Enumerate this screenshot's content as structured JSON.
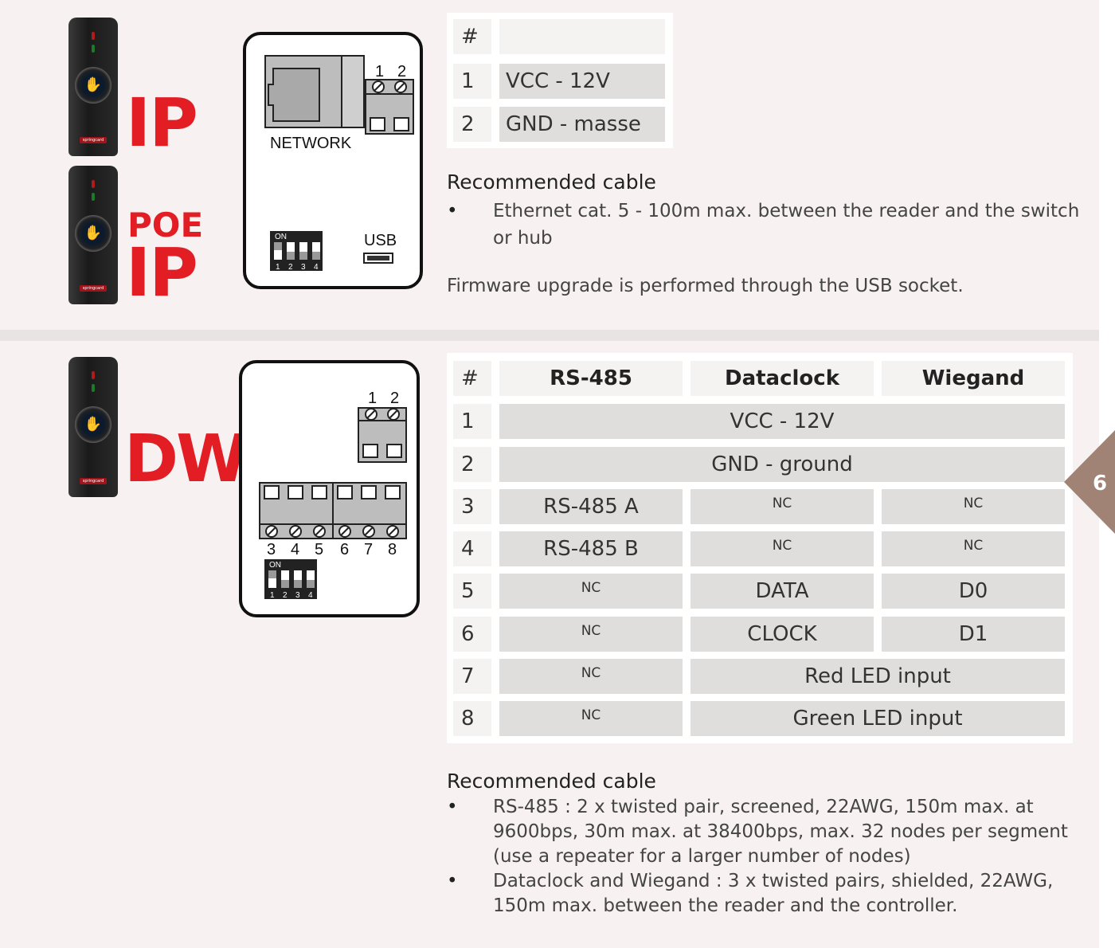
{
  "section_ip": {
    "badge_ip": "IP",
    "badge_poe": "POE",
    "badge_poe_ip": "IP",
    "board": {
      "network_label": "NETWORK",
      "usb_label": "USB",
      "dip_on": "ON",
      "dip_numbers": [
        "1",
        "2",
        "3",
        "4"
      ],
      "terminal_numbers": [
        "1",
        "2"
      ]
    },
    "table": {
      "header_num": "#",
      "header_value": "",
      "rows": [
        {
          "num": "1",
          "value": "VCC - 12V"
        },
        {
          "num": "2",
          "value": "GND - masse"
        }
      ]
    },
    "cable_heading": "Recommended cable",
    "cable_items": [
      "Ethernet cat. 5 - 100m max. between the reader and the switch or hub"
    ],
    "firmware_note": "Firmware upgrade is performed through the USB socket."
  },
  "section_dw": {
    "badge_dw": "DW",
    "board": {
      "terminal_top": [
        "1",
        "2"
      ],
      "terminal_bottom": [
        "3",
        "4",
        "5",
        "6",
        "7",
        "8"
      ],
      "dip_on": "ON",
      "dip_numbers": [
        "1",
        "2",
        "3",
        "4"
      ]
    },
    "table": {
      "headers": [
        "#",
        "RS-485",
        "Dataclock",
        "Wiegand"
      ],
      "rows": [
        {
          "num": "1",
          "span": "VCC - 12V"
        },
        {
          "num": "2",
          "span": "GND - ground"
        },
        {
          "num": "3",
          "rs485": "RS-485 A",
          "dataclock": "NC",
          "wiegand": "NC"
        },
        {
          "num": "4",
          "rs485": "RS-485 B",
          "dataclock": "NC",
          "wiegand": "NC"
        },
        {
          "num": "5",
          "rs485": "NC",
          "dataclock": "DATA",
          "wiegand": "D0"
        },
        {
          "num": "6",
          "rs485": "NC",
          "dataclock": "CLOCK",
          "wiegand": "D1"
        },
        {
          "num": "7",
          "rs485": "NC",
          "span2": "Red LED input"
        },
        {
          "num": "8",
          "rs485": "NC",
          "span2": "Green LED input"
        }
      ]
    },
    "cable_heading": "Recommended cable",
    "cable_items": [
      "RS-485 : 2 x twisted pair, screened, 22AWG, 150m max. at 9600bps, 30m max. at 38400bps, max. 32 nodes per segment (use a repeater for a larger number of nodes)",
      "Dataclock and Wiegand : 3 x twisted pairs, shielded, 22AWG, 150m max. between the reader and the controller."
    ]
  },
  "page_number": "6",
  "reader_brand": "springcard",
  "colors": {
    "accent_red": "#e21d24",
    "tab_brown": "#a08375",
    "cell_grey": "#e0dddd"
  }
}
